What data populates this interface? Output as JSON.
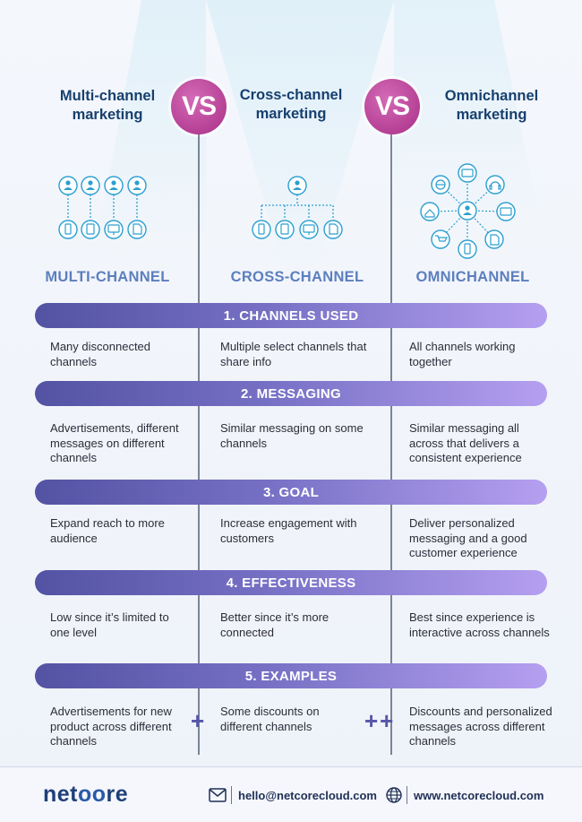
{
  "titles": {
    "multi": "Multi-channel marketing",
    "cross": "Cross-channel marketing",
    "omni": "Omnichannel marketing",
    "vs": "VS"
  },
  "columns": {
    "multi": "MULTI-CHANNEL",
    "cross": "CROSS-CHANNEL",
    "omni": "OMNICHANNEL"
  },
  "sections": [
    {
      "label": "1. CHANNELS USED",
      "multi": "Many disconnected channels",
      "cross": "Multiple select channels that share info",
      "omni": "All channels working together"
    },
    {
      "label": "2. MESSAGING",
      "multi": "Advertisements, different messages on different channels",
      "cross": "Similar messaging on some channels",
      "omni": "Similar messaging all across that delivers a consistent experience"
    },
    {
      "label": "3. GOAL",
      "multi": "Expand reach to more audience",
      "cross": "Increase engagement with customers",
      "omni": "Deliver personalized messaging and a good customer experience"
    },
    {
      "label": "4. EFFECTIVENESS",
      "multi": "Low since it’s limited to one level",
      "cross": "Better since it’s more connected",
      "omni": "Best since experience is interactive across channels"
    },
    {
      "label": "5. EXAMPLES",
      "multi": "Advertisements for new product across different channels",
      "cross": "Some discounts on different channels",
      "omni": "Discounts and personalized messages across different channels"
    }
  ],
  "plus": {
    "one": "+",
    "two": "++"
  },
  "footer": {
    "logo_a": "net",
    "logo_b": "oo",
    "logo_c": "re",
    "email": "hello@netcorecloud.com",
    "website": "www.netcorecloud.com"
  },
  "colors": {
    "title": "#17406e",
    "vs": "#b54095",
    "band_start": "#5352a3",
    "band_end": "#b59ff0",
    "column_head": "#5c7fbd",
    "icon": "#2b9fd0"
  }
}
